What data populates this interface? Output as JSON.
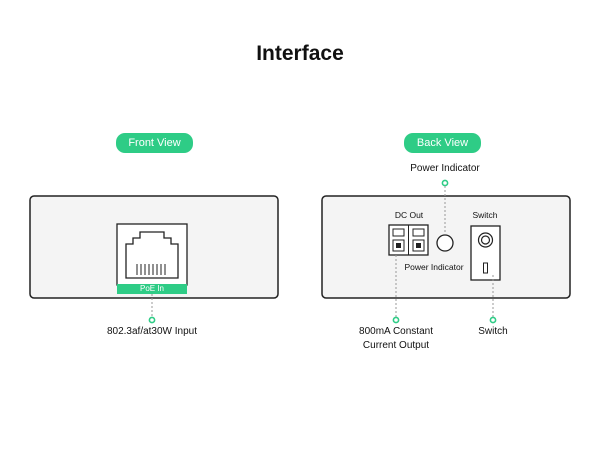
{
  "title": "Interface",
  "front": {
    "badge": "Front View",
    "port_label": "PoE In",
    "callout": "802.3af/at30W Input"
  },
  "back": {
    "badge": "Back View",
    "power_indicator_callout": "Power Indicator",
    "power_indicator_label": "Power Indicator",
    "dc_out_label": "DC Out",
    "switch_label": "Switch",
    "dc_callout_line1": "800mA Constant",
    "dc_callout_line2": "Current Output",
    "switch_callout": "Switch"
  },
  "colors": {
    "accent": "#2ecc86",
    "outline": "#222222",
    "box_fill": "#f4f4f4"
  }
}
